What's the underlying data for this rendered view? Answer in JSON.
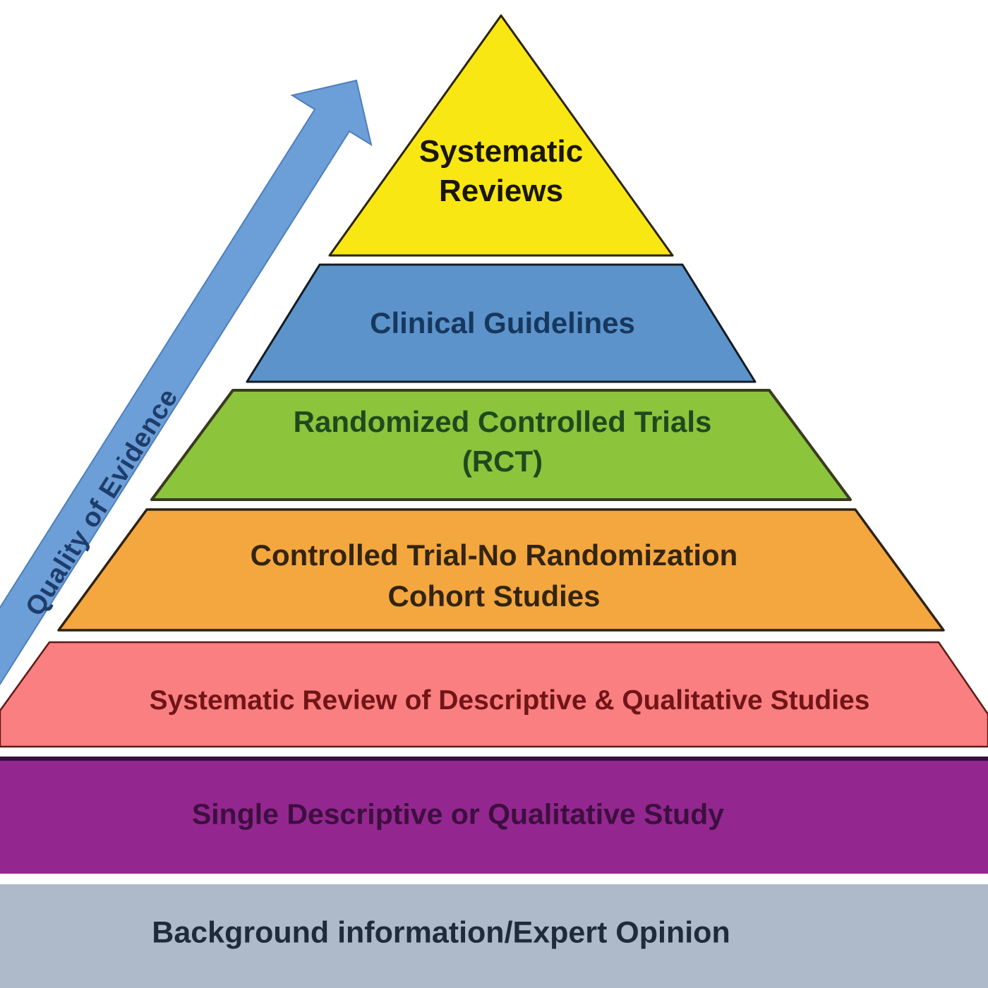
{
  "figure": {
    "name": "Quality of Evidence Pyramid",
    "arrow": {
      "label": "Quality of Evidence",
      "fill": "#6C9ED7",
      "outline": "#4D7FBE",
      "text_color": "#1E3D6B"
    },
    "levels": [
      {
        "name": "Systematic Reviews",
        "lines": [
          "Systematic",
          "Reviews"
        ],
        "fill": "#F8E713",
        "outline": "#2B2300",
        "text_color": "#1A1600"
      },
      {
        "name": "Clinical Guidelines",
        "lines": [
          "Clinical Guidelines"
        ],
        "fill": "#5B93CA",
        "outline": "#131B22",
        "text_color": "#17375E"
      },
      {
        "name": "Randomized Controlled Trials (RCT)",
        "lines": [
          "Randomized Controlled Trials",
          "(RCT)"
        ],
        "fill": "#8CC43C",
        "outline": "#3A3A20",
        "text_color": "#1E4A1E"
      },
      {
        "name": "Controlled Trial-No Randomization / Cohort Studies",
        "lines": [
          "Controlled Trial-No Randomization",
          "Cohort Studies"
        ],
        "fill": "#F4A73F",
        "outline": "#2E2210",
        "text_color": "#33250F"
      },
      {
        "name": "Systematic Review of Descriptive & Qualitative Studies",
        "lines": [
          "Systematic Review of Descriptive & Qualitative Studies"
        ],
        "fill": "#FA7F80",
        "outline": "#5C1A17",
        "text_color": "#701518"
      },
      {
        "name": "Single Descriptive or Qualitative Study",
        "lines": [
          "Single Descriptive or Qualitative Study"
        ],
        "fill": "#93278F",
        "outline": "#3A0F3E",
        "text_color": "#3D0F3F"
      },
      {
        "name": "Background information/Expert Opinion",
        "lines": [
          "Background information/Expert Opinion"
        ],
        "fill": "#AEB9CA",
        "outline": "#AEB9CA",
        "text_color": "#202B3A"
      }
    ]
  }
}
